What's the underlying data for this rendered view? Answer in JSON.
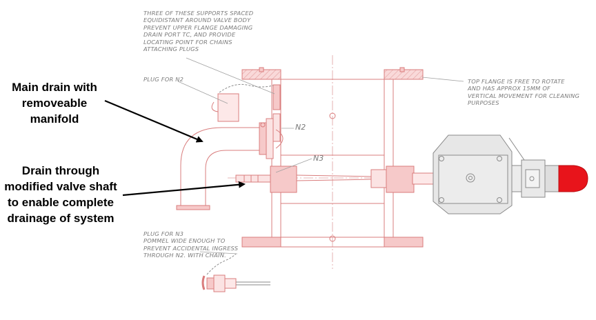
{
  "callouts": {
    "main_drain": [
      "Main drain with",
      "removeable",
      "manifold"
    ],
    "shaft_drain": [
      "Drain through",
      "modified valve shaft",
      "to enable complete",
      "drainage of system"
    ]
  },
  "notes": {
    "supports": [
      "THREE OF THESE SUPPORTS SPACED",
      "EQUIDISTANT AROUND VALVE BODY",
      "PREVENT UPPER FLANGE DAMAGING",
      "DRAIN PORT TC, AND PROVIDE",
      "LOCATING POINT FOR CHAINS",
      "ATTACHING PLUGS"
    ],
    "plug_n2": [
      "PLUG FOR N2"
    ],
    "top_flange": [
      "TOP FLANGE IS FREE TO ROTATE",
      "AND HAS APPROX 15MM OF",
      "VERTICAL MOVEMENT FOR CLEANING",
      "PURPOSES"
    ],
    "plug_n3": [
      "PLUG FOR N3",
      "POMMEL WIDE ENOUGH TO",
      "PREVENT ACCIDENTAL INGRESS",
      "THROUGH N2.  WITH CHAIN."
    ]
  },
  "tags": {
    "n2": "N2",
    "n3": "N3"
  },
  "colors": {
    "outline": "#d97c7c",
    "fill": "#f6c9c9",
    "grey": "#8a8a8a",
    "knob": "#e8141b",
    "arrow": "#000000"
  }
}
